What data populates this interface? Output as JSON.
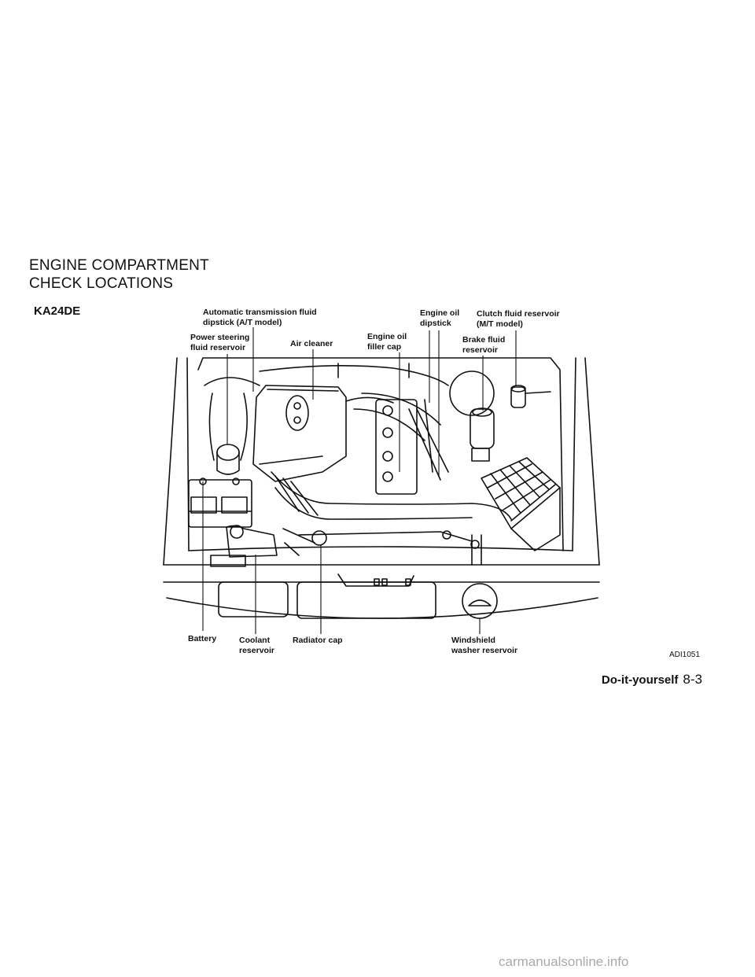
{
  "section_title": {
    "line1": "ENGINE COMPARTMENT",
    "line2": "CHECK LOCATIONS"
  },
  "model": "KA24DE",
  "labels": {
    "atf": {
      "line1": "Automatic transmission fluid",
      "line2": "dipstick (A/T model)"
    },
    "power_steering": {
      "line1": "Power steering",
      "line2": "fluid reservoir"
    },
    "air_cleaner": {
      "line1": "Air cleaner"
    },
    "oil_filler": {
      "line1": "Engine oil",
      "line2": "filler cap"
    },
    "oil_dipstick": {
      "line1": "Engine oil",
      "line2": "dipstick"
    },
    "clutch": {
      "line1": "Clutch fluid reservoir",
      "line2": "(M/T model)"
    },
    "brake": {
      "line1": "Brake fluid",
      "line2": "reservoir"
    },
    "battery": {
      "line1": "Battery"
    },
    "coolant": {
      "line1": "Coolant",
      "line2": "reservoir"
    },
    "radiator": {
      "line1": "Radiator cap"
    },
    "washer": {
      "line1": "Windshield",
      "line2": "washer reservoir"
    }
  },
  "figure_code": "ADI1051",
  "footer": {
    "section": "Do-it-yourself",
    "page": "8-3"
  },
  "watermark": "carmanualsonline.info"
}
